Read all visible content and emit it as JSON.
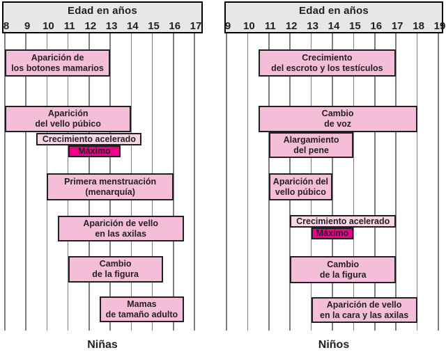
{
  "colors": {
    "header_bg": "#e6e7e8",
    "gridline": "#7d7e81",
    "bar_fill": "#f5bed8",
    "growth_fill": "#f9d7e6",
    "peak_fill": "#ec008c",
    "bar_border": "#231f20",
    "text": "#231f20"
  },
  "chart_data": [
    {
      "type": "bar",
      "title": "Edad en años",
      "footer": "Niñas",
      "axis": {
        "label": "Edad en años",
        "min": 8,
        "max": 17,
        "tick_labels": [
          "8",
          "9",
          "10",
          "11",
          "12",
          "13",
          "14",
          "15",
          "16",
          "17"
        ]
      },
      "legend_position": "none",
      "grid": true,
      "bars": [
        {
          "name": "botones-mamarios",
          "label_lines": [
            "Aparición de",
            "los botones mamarios"
          ],
          "start": 8,
          "end": 13,
          "style": "regular"
        },
        {
          "name": "vello-pubico",
          "label_lines": [
            "Aparición",
            "del vello púbico"
          ],
          "start": 8,
          "end": 14,
          "style": "regular"
        },
        {
          "name": "crecimiento-acelerado",
          "label_lines": [
            "Crecimiento acelerado"
          ],
          "start": 9.5,
          "end": 14.5,
          "style": "growth"
        },
        {
          "name": "maximo",
          "label_lines": [
            "Máximo"
          ],
          "start": 11,
          "end": 13.5,
          "style": "peak"
        },
        {
          "name": "primera-menstruacion",
          "label_lines": [
            "Primera menstruación",
            "(menarquía)"
          ],
          "start": 10,
          "end": 16,
          "style": "regular"
        },
        {
          "name": "vello-axilas",
          "label_lines": [
            "Aparición de vello",
            "en las axilas"
          ],
          "start": 10.5,
          "end": 16.5,
          "style": "regular"
        },
        {
          "name": "cambio-figura",
          "label_lines": [
            "Cambio",
            "de la figura"
          ],
          "start": 11,
          "end": 15.5,
          "style": "regular"
        },
        {
          "name": "mamas-adulto",
          "label_lines": [
            "Mamas",
            "de tamaño adulto"
          ],
          "start": 12.5,
          "end": 16.5,
          "style": "regular"
        }
      ]
    },
    {
      "type": "bar",
      "title": "Edad en años",
      "footer": "Niños",
      "axis": {
        "label": "Edad en años",
        "min": 9,
        "max": 19,
        "tick_labels": [
          "9",
          "10",
          "11",
          "12",
          "13",
          "14",
          "15",
          "16",
          "17",
          "18",
          "19"
        ]
      },
      "legend_position": "none",
      "grid": true,
      "bars": [
        {
          "name": "escroto-testiculos",
          "label_lines": [
            "Crecimiento",
            "del escroto y los testículos"
          ],
          "start": 10.5,
          "end": 17,
          "style": "regular"
        },
        {
          "name": "cambio-voz",
          "label_lines": [
            "Cambio",
            "de voz"
          ],
          "start": 10.5,
          "end": 18,
          "style": "regular"
        },
        {
          "name": "alargamiento-pene",
          "label_lines": [
            "Alargamiento",
            "del pene"
          ],
          "start": 11,
          "end": 15,
          "style": "regular"
        },
        {
          "name": "vello-pubico",
          "label_lines": [
            "Aparición del",
            "vello púbico"
          ],
          "start": 11,
          "end": 14,
          "style": "regular"
        },
        {
          "name": "crecimiento-acelerado",
          "label_lines": [
            "Crecimiento acelerado"
          ],
          "start": 12,
          "end": 17,
          "style": "growth"
        },
        {
          "name": "maximo",
          "label_lines": [
            "Máximo"
          ],
          "start": 13,
          "end": 15,
          "style": "peak"
        },
        {
          "name": "cambio-figura",
          "label_lines": [
            "Cambio",
            "de la figura"
          ],
          "start": 12,
          "end": 17,
          "style": "regular"
        },
        {
          "name": "vello-cara-axilas",
          "label_lines": [
            "Aparición de vello",
            "en la cara y las axilas"
          ],
          "start": 13,
          "end": 18,
          "style": "regular"
        }
      ]
    }
  ]
}
